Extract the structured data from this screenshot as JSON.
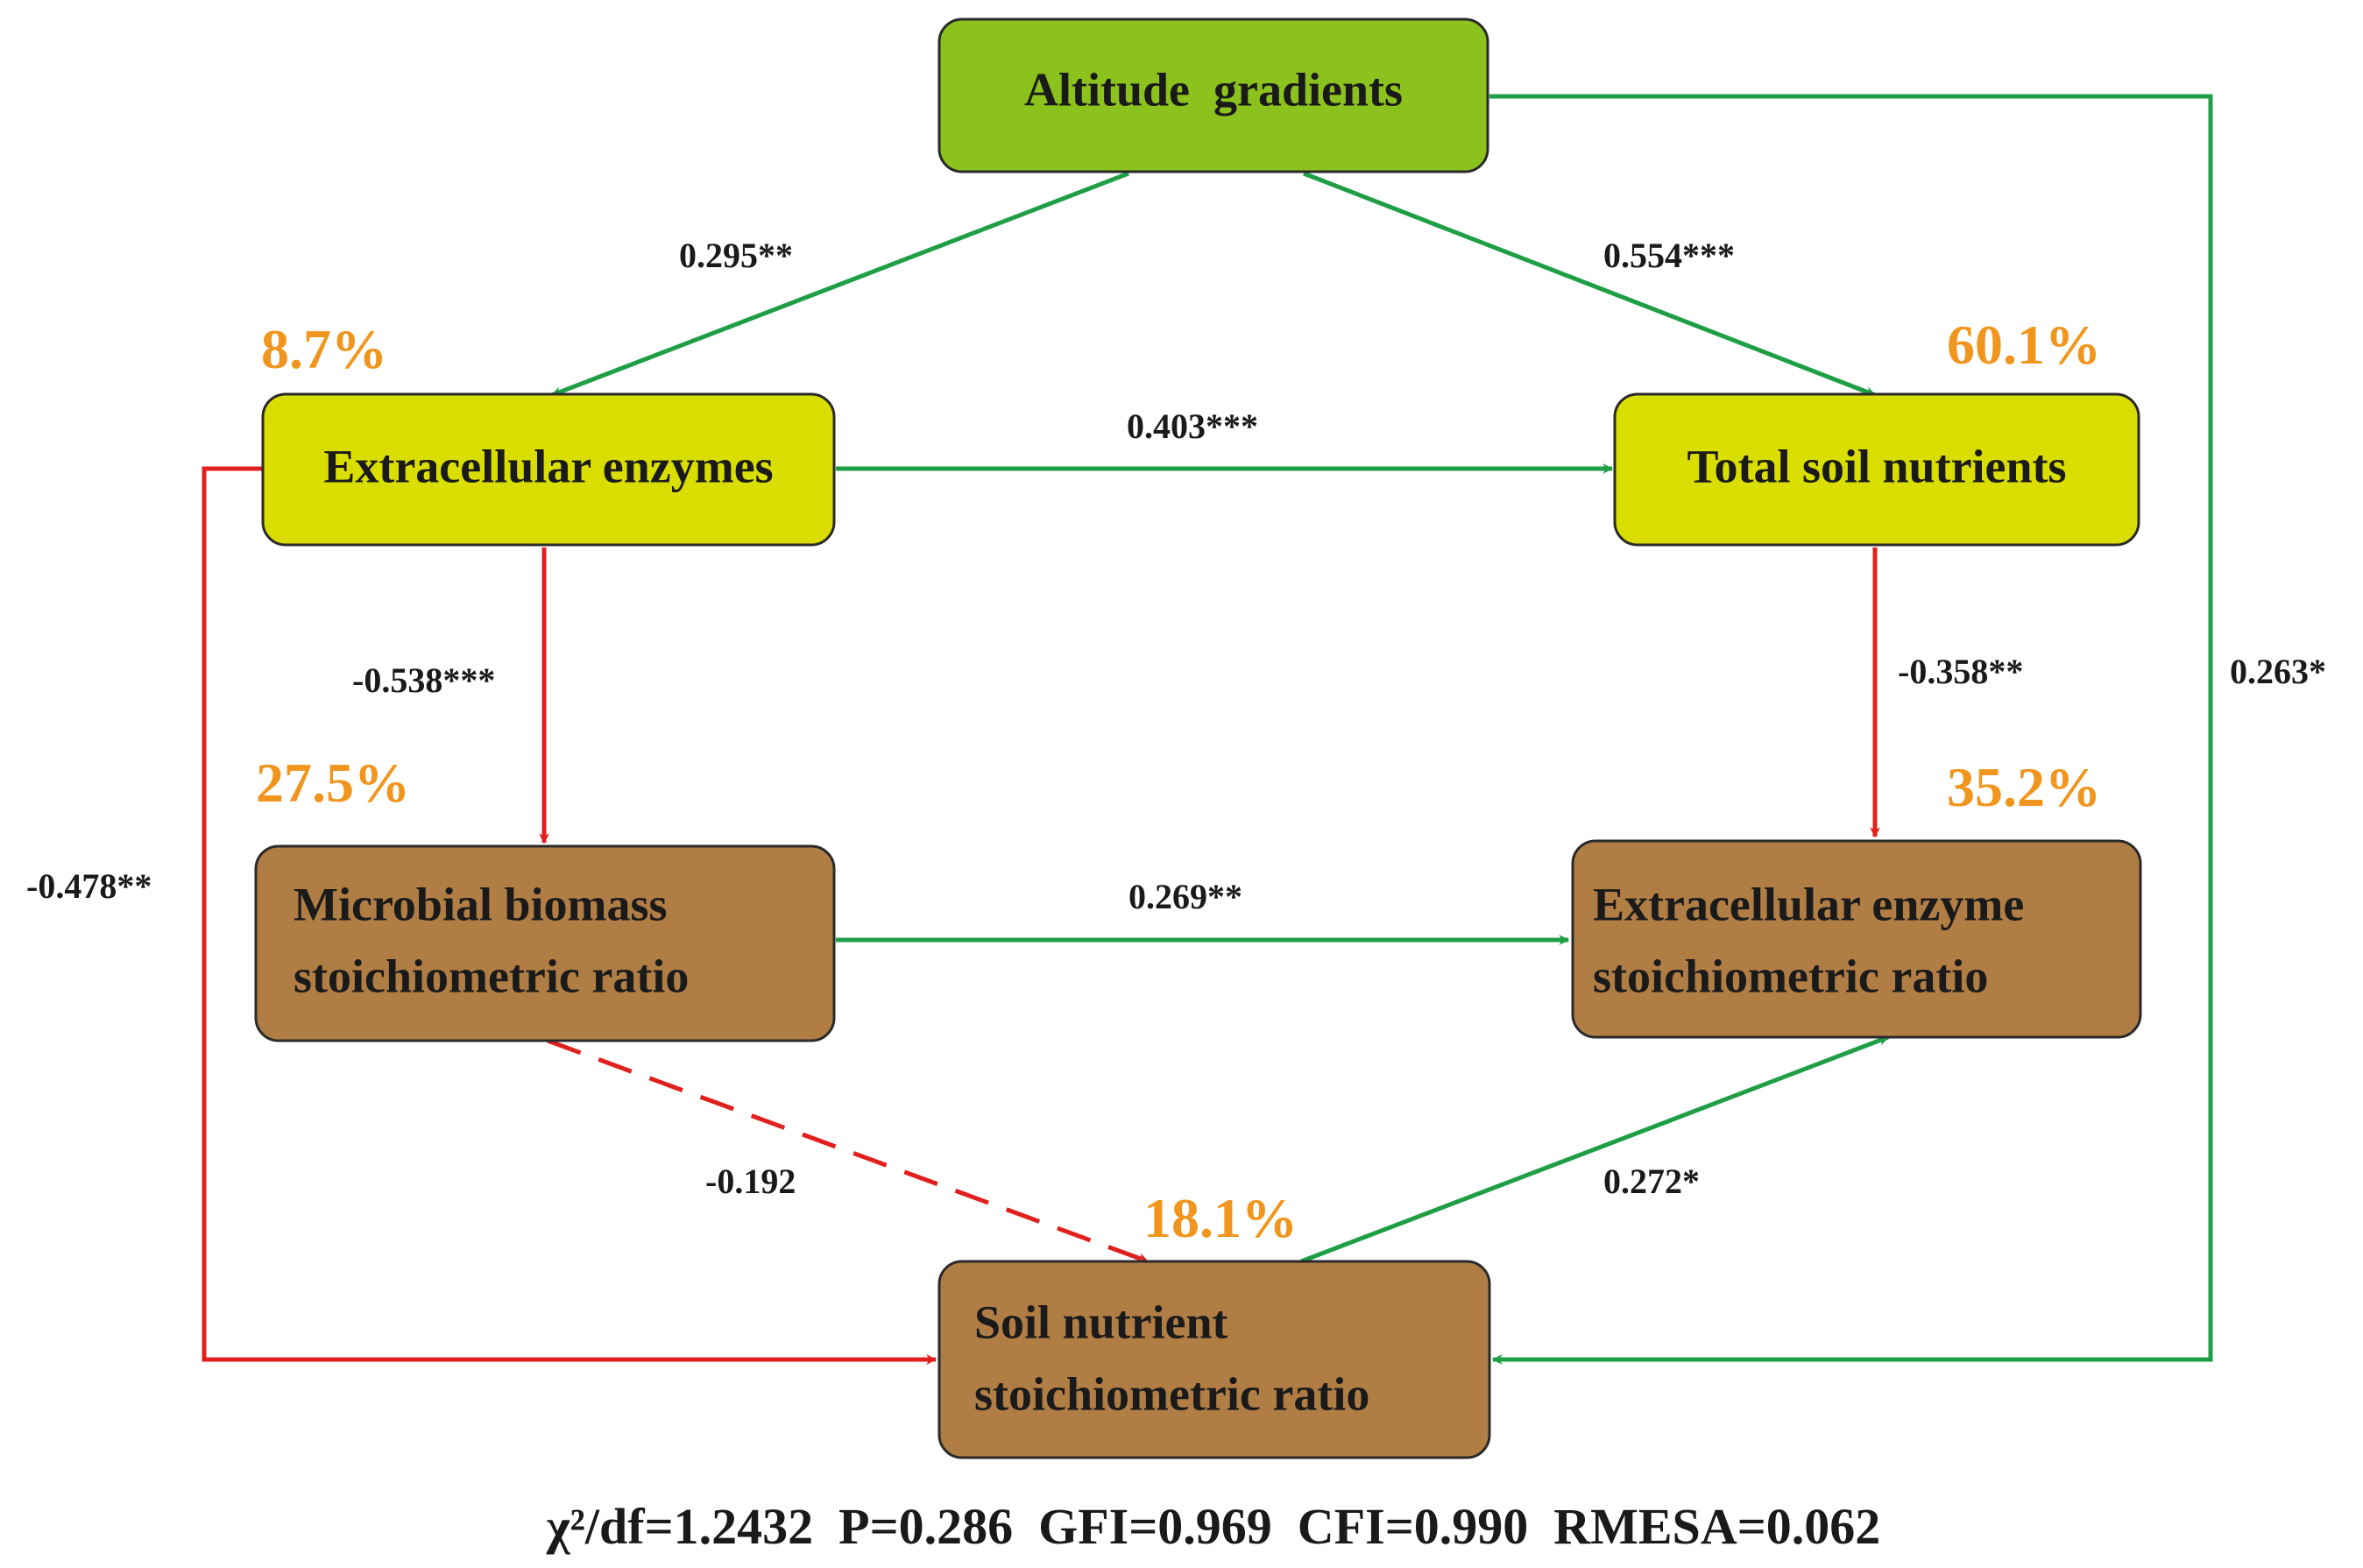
{
  "colors": {
    "positive_path": "#1e9e45",
    "negative_path": "#e0201c",
    "exogenous_box": "#8cc21e",
    "nutrient_box": "#d9de00",
    "ratio_box": "#b07e45",
    "percent_text": "#f0961e"
  },
  "nodes": {
    "altitude": {
      "label": "Altitude  gradients"
    },
    "enzymes": {
      "label": "Extracellular enzymes",
      "r2": "8.7%"
    },
    "nutrients": {
      "label": "Total soil nutrients",
      "r2": "60.1%"
    },
    "microbial": {
      "line1": "Microbial biomass",
      "line2": "stoichiometric ratio",
      "r2": "27.5%"
    },
    "enzyme_ratio": {
      "line1": "Extracellular enzyme",
      "line2": "stoichiometric ratio",
      "r2": "35.2%"
    },
    "soil_ratio": {
      "line1": "Soil nutrient",
      "line2": "stoichiometric ratio",
      "r2": "18.1%"
    }
  },
  "paths": {
    "altitude_enzymes": {
      "coef": "0.295**",
      "sign": "positive"
    },
    "altitude_nutrients": {
      "coef": "0.554***",
      "sign": "positive"
    },
    "altitude_soil_ratio": {
      "coef": "0.263*",
      "sign": "positive"
    },
    "enzymes_nutrients": {
      "coef": "0.403***",
      "sign": "positive"
    },
    "enzymes_microbial": {
      "coef": "-0.538***",
      "sign": "negative"
    },
    "enzymes_soil_ratio": {
      "coef": "-0.478**",
      "sign": "negative"
    },
    "nutrients_enzyme_ratio": {
      "coef": "-0.358**",
      "sign": "negative"
    },
    "microbial_enzyme_ratio": {
      "coef": "0.269**",
      "sign": "positive"
    },
    "microbial_soil_ratio": {
      "coef": "-0.192",
      "sign": "negative",
      "significant": false
    },
    "soil_ratio_enzyme_ratio": {
      "coef": "0.272*",
      "sign": "positive"
    }
  },
  "fit_indices": "χ²/df=1.2432  P=0.286  GFI=0.969  CFI=0.990  RMESA=0.062"
}
